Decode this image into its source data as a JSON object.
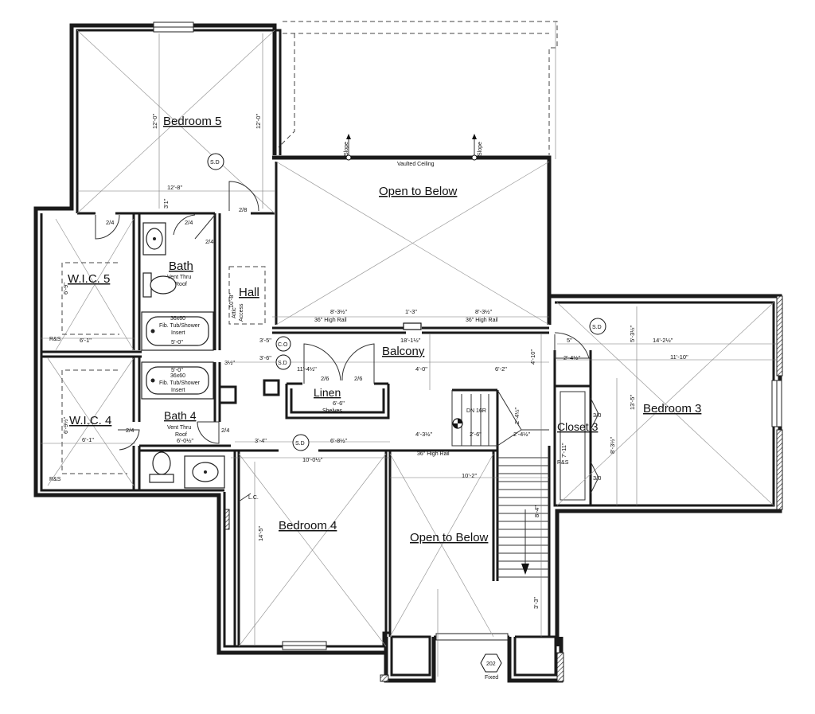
{
  "rooms": {
    "bedroom5": "Bedroom 5",
    "open_below_top": "Open to Below",
    "wic5": "W.I.C. 5",
    "bath": "Bath",
    "hall": "Hall",
    "balcony": "Balcony",
    "linen": "Linen",
    "wic4": "W.I.C. 4",
    "bath4": "Bath 4",
    "bedroom4": "Bedroom 4",
    "open_below_bottom": "Open to Below",
    "closet3": "Closet 3",
    "bedroom3": "Bedroom 3"
  },
  "notes": {
    "vaulted": "Vaulted Ceiling",
    "slope": "Slope",
    "vent_thru_roof": "Vent Thru",
    "roof": "Roof",
    "tub1_a": "36x60",
    "tub1_b": "Fib. Tub/Shower",
    "tub1_c": "Insert",
    "tub2_a": "36x60",
    "tub2_b": "Fib. Tub/Shower",
    "tub2_c": "Insert",
    "vent2": "Vent Thru",
    "roof2": "Roof",
    "high_rail_1": "36\" High Rail",
    "high_rail_2": "36\" High Rail",
    "high_rail_3": "36\" High Rail",
    "shelves": "Shelves",
    "dn": "DN 16R",
    "lc": "L.C.",
    "attic": "Attic",
    "access": "Access",
    "fixed": "Fixed",
    "win_code": "202",
    "rs1": "R&S",
    "rs2": "R&S",
    "rs3": "R&S"
  },
  "symbols": {
    "sd": "S.D",
    "co": "C.O"
  },
  "dims": {
    "b5_width": "12'-8\"",
    "b5_height_left": "12'-0\"",
    "b5_height_right": "12'-0\"",
    "d_2_8": "2/8",
    "d_3_1": "3'1\"",
    "d_2_4a": "2/4",
    "d_2_4b": "2/4",
    "d_2_4c": "2/4",
    "d_2_4d": "2/4",
    "d_2_4e": "2/4",
    "wic5_w": "6'-1\"",
    "wic5_h": "6'-9\"",
    "bath_w": "5'-0\"",
    "hall_h": "10'-8\"",
    "rail_a": "8'-3½\"",
    "rail_b": "1'-3\"",
    "rail_c": "8'-3½\"",
    "bal_w": "18'-1½\"",
    "bal_a": "4'-0\"",
    "bal_b": "6'-2\"",
    "bal_c": "4'-10\"",
    "d_3_5": "3'-5\"",
    "d_3_6": "3'-6\"",
    "d_3_2": "3½\"",
    "d_11_4": "11'-4½\"",
    "d_2_6a": "2/6",
    "d_2_6b": "2/6",
    "d_6_6": "6'-6\"",
    "bath4_top": "5'-0\"",
    "wic4_w": "6'-1\"",
    "wic4_h": "6'-9½\"",
    "b4_a": "3'-4\"",
    "b4_b": "6'-8½\"",
    "b4_w": "10'-0½\"",
    "b4_h": "14'-5\"",
    "bath4_w": "6'-0½\"",
    "st_a": "4'-3½\"",
    "st_b": "2'-6\"",
    "st_c": "2'-4½\"",
    "ob_w": "10'-2\"",
    "ob_h": "3'-3\"",
    "st_h": "8'-4\"",
    "b3_a": "5\"",
    "b3_b": "2'-4½\"",
    "b3_w1": "14'-2½\"",
    "b3_w2": "11'-10\"",
    "b3_h1": "5'-3½\"",
    "b3_h2": "13'-5\"",
    "b3_h3": "8'-3½\"",
    "cl3_a": "3/0",
    "cl3_b": "3/0",
    "cl3_h": "7'-11\"",
    "cl3_c": "2'-4½\""
  }
}
